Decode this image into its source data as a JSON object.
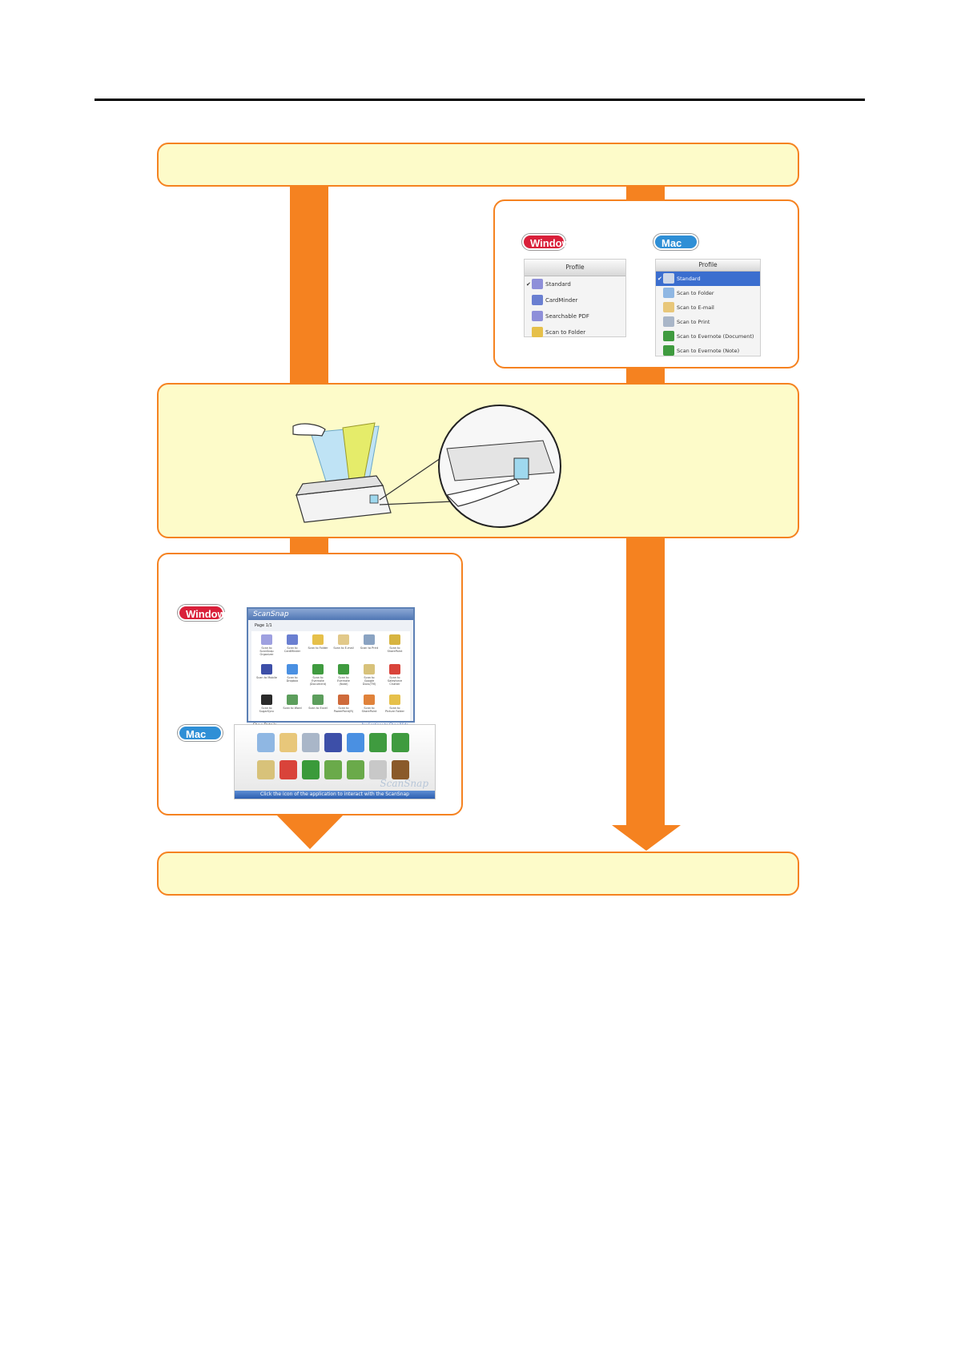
{
  "profiles": {
    "windows_badge": "Windows",
    "mac_badge": "Mac OS",
    "windows_menu": {
      "header": "Profile",
      "items": [
        "Standard",
        "CardMinder",
        "Searchable PDF",
        "Scan to Folder"
      ]
    },
    "mac_menu": {
      "header": "Profile",
      "items": [
        "Standard",
        "Scan to Folder",
        "Scan to E-mail",
        "Scan to Print",
        "Scan to Evernote (Document)",
        "Scan to Evernote (Note)"
      ]
    }
  },
  "quick_menu": {
    "windows_badge": "Windows",
    "mac_badge": "Mac OS",
    "windows": {
      "title": "ScanSnap",
      "page": "Page 1/1",
      "items": [
        "Scan to ScanSnap Organizer",
        "Scan to CardMinder",
        "Scan to Folder",
        "Scan to E-mail",
        "Scan to Print",
        "Scan to SharePoint",
        "Scan to Mobile",
        "Scan to Dropbox",
        "Scan to Evernote (Document)",
        "Scan to Evernote (Note)",
        "Scan to Google Docs(TM)",
        "Scan to Salesforce Chatter",
        "Scan to SugarSync",
        "Scan to Word",
        "Scan to Excel",
        "Scan to PowerPoint(R)",
        "Scan to SharePoint",
        "Scan to Picture Folder"
      ],
      "show_details": "Show Details",
      "link": "Applications to Show/Hide"
    },
    "mac": {
      "status": "Click the icon of the application to interact with the ScanSnap",
      "logo": "ScanSnap"
    }
  },
  "colors": {
    "arrow": "#f58220",
    "box_fill": "#fdfbc9",
    "windows_badge": "#d9203a",
    "mac_badge": "#2f8fd6"
  }
}
